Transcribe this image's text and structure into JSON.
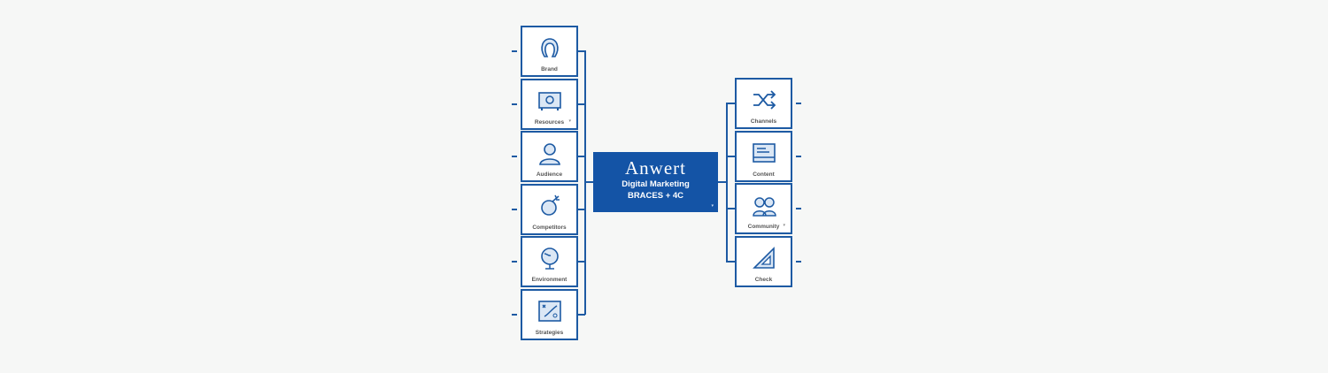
{
  "center": {
    "logo": "Anwert",
    "title_line1": "Digital Marketing",
    "title_line2": "BRACES + 4C",
    "expand_icon": "▾"
  },
  "left": [
    {
      "label": "Brand",
      "icon": "horseshoe-icon"
    },
    {
      "label": "Resources",
      "icon": "safe-icon",
      "expand": "▾"
    },
    {
      "label": "Audience",
      "icon": "person-icon"
    },
    {
      "label": "Competitors",
      "icon": "boxing-glove-icon"
    },
    {
      "label": "Environment",
      "icon": "globe-icon"
    },
    {
      "label": "Strategies",
      "icon": "tactics-board-icon"
    }
  ],
  "right": [
    {
      "label": "Channels",
      "icon": "shuffle-icon"
    },
    {
      "label": "Content",
      "icon": "document-icon"
    },
    {
      "label": "Community",
      "icon": "people-icon",
      "expand": "▾"
    },
    {
      "label": "Check",
      "icon": "set-square-icon"
    }
  ],
  "colors": {
    "accent": "#1d5aa3",
    "center_bg": "#1454a6",
    "background": "#f6f7f6"
  }
}
